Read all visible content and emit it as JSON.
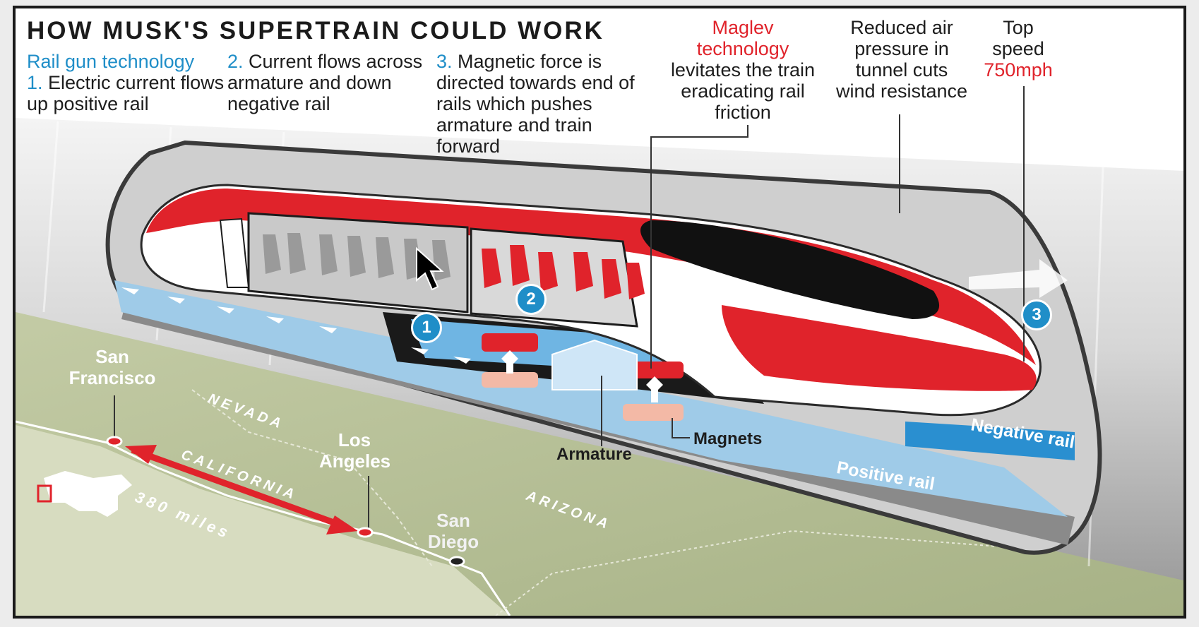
{
  "title": "HOW MUSK'S SUPERTRAIN COULD WORK",
  "railgun": {
    "heading": "Rail gun technology",
    "step1_num": "1.",
    "step1_text": " Electric current flows up positive rail",
    "step2_num": "2.",
    "step2_text": " Current flows across armature and down negative rail",
    "step3_num": "3.",
    "step3_text": " Magnetic force is directed towards end of rails which pushes armature and train forward"
  },
  "maglev": {
    "heading": "Maglev technology",
    "text": "levitates the train eradicating rail friction"
  },
  "air": {
    "text": "Reduced air pressure in tunnel cuts wind resistance"
  },
  "speed": {
    "label": "Top speed",
    "value": "750mph"
  },
  "labels": {
    "armature": "Armature",
    "magnets": "Magnets",
    "negative_rail": "Negative rail",
    "positive_rail": "Positive rail"
  },
  "badges": [
    "1",
    "2",
    "3"
  ],
  "map": {
    "san_francisco": "San Francisco",
    "los_angeles": "Los Angeles",
    "san_diego": "San Diego",
    "nevada": "NEVADA",
    "california": "CALIFORNIA",
    "arizona": "ARIZONA",
    "distance": "380 miles"
  },
  "colors": {
    "accent_red": "#e0232b",
    "accent_blue": "#1f8ec8",
    "map_green": "#b8c29a"
  },
  "icons": [
    "mouse-cursor-icon",
    "up-arrow-icon",
    "forward-arrow-icon",
    "us-map-icon"
  ]
}
